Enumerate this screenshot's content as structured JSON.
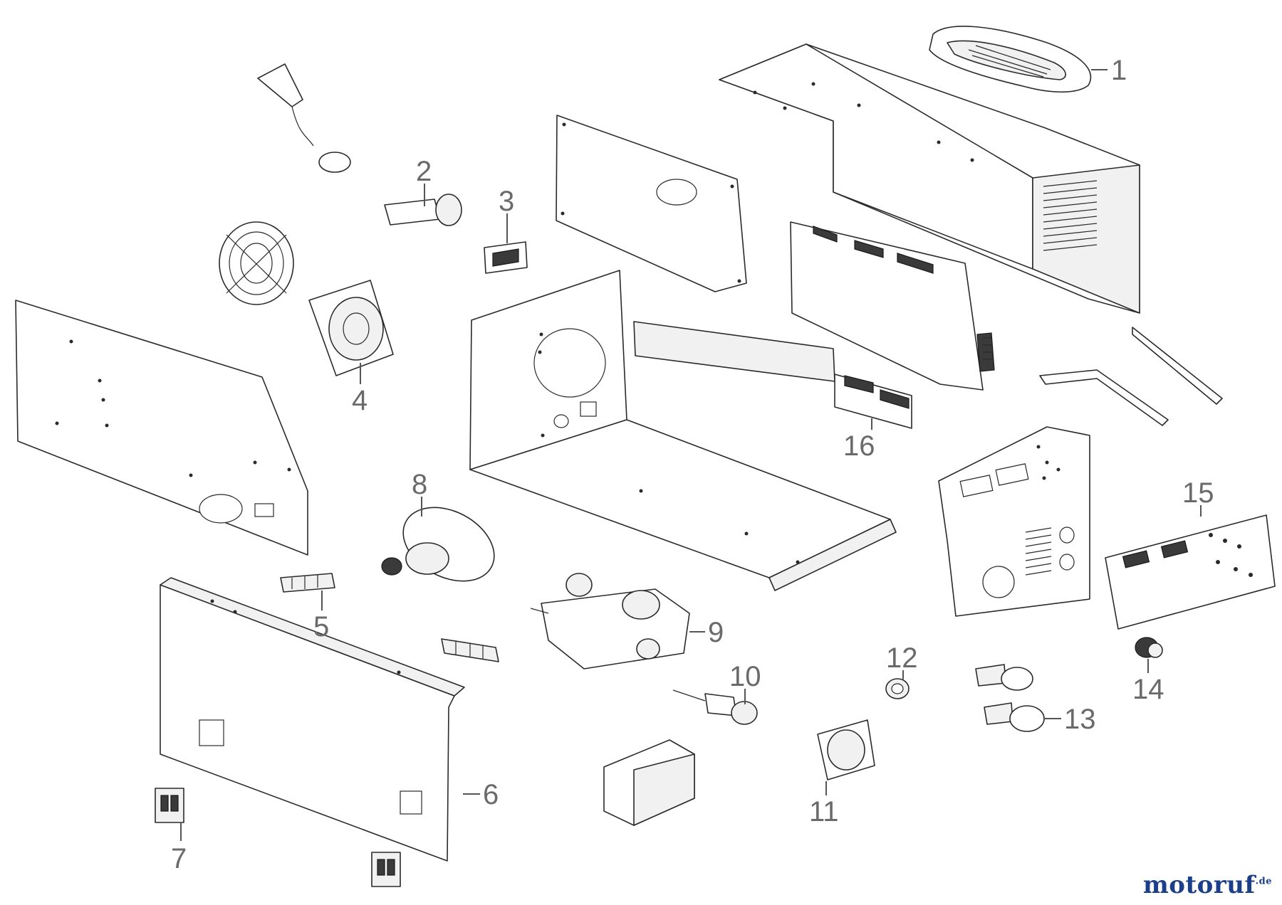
{
  "callouts": [
    {
      "id": "1",
      "label": "1"
    },
    {
      "id": "2",
      "label": "2"
    },
    {
      "id": "3",
      "label": "3"
    },
    {
      "id": "4",
      "label": "4"
    },
    {
      "id": "5",
      "label": "5"
    },
    {
      "id": "6",
      "label": "6"
    },
    {
      "id": "7",
      "label": "7"
    },
    {
      "id": "8",
      "label": "8"
    },
    {
      "id": "9",
      "label": "9"
    },
    {
      "id": "10",
      "label": "10"
    },
    {
      "id": "11",
      "label": "11"
    },
    {
      "id": "12",
      "label": "12"
    },
    {
      "id": "13",
      "label": "13"
    },
    {
      "id": "14",
      "label": "14"
    },
    {
      "id": "15",
      "label": "15"
    },
    {
      "id": "16",
      "label": "16"
    }
  ],
  "watermark": {
    "text": "motoruf",
    "suffix": ".de"
  },
  "colors": {
    "line": "#2a2a2a",
    "callout": "#6a6a6a",
    "logo": "#1c3f8a"
  }
}
